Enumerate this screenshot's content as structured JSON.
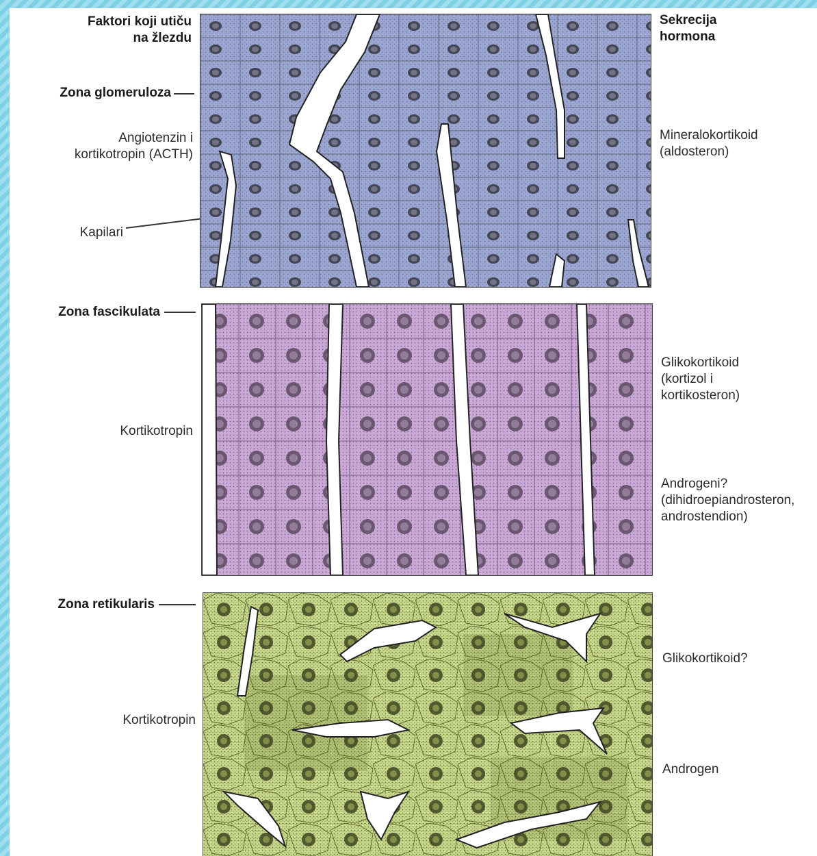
{
  "headers": {
    "left": "Faktori koji utiču\nna žlezdu",
    "right": "Sekrecija\nhormona"
  },
  "zones": {
    "glomeruloza": {
      "name": "Zona glomeruloza",
      "factor": "Angiotenzin i\nkortikotropin (ACTH)",
      "capillary_label": "Kapilari",
      "hormone": "Mineralokortikoid\n(aldosteron)",
      "color": "#9aa6cf"
    },
    "fascikulata": {
      "name": "Zona fascikulata",
      "factor": "Kortikotropin",
      "hormone_1": "Glikokortikoid\n(kortizol i\nkortikosteron)",
      "hormone_2": "Androgeni?\n(dihidroepiandrosteron,\nandrostendion)",
      "color": "#c9a8d6"
    },
    "retikularis": {
      "name": "Zona retikularis",
      "factor": "Kortikotropin",
      "hormone_1": "Glikokortikoid?",
      "hormone_2": "Androgen",
      "color": "#c6d68a"
    }
  }
}
